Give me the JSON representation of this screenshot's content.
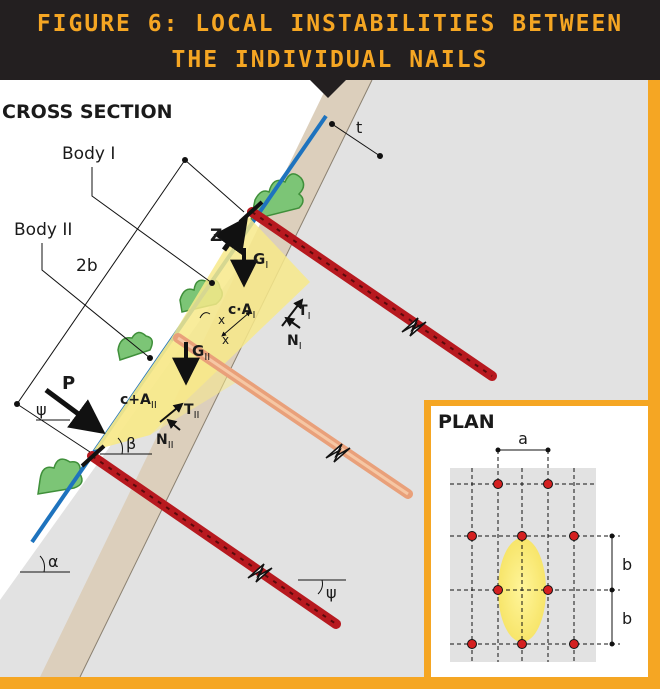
{
  "header": {
    "title_line1": "FIGURE 6: LOCAL INSTABILITIES BETWEEN",
    "title_line2": "THE INDIVIDUAL NAILS"
  },
  "cross_section": {
    "heading": "CROSS SECTION",
    "body1": "Body I",
    "body2": "Body II",
    "dim_2b": "2b",
    "dim_t": "t",
    "force_p": "P",
    "force_z": "Z",
    "g1": "G",
    "g1_sub": "I",
    "g2": "G",
    "g2_sub": "II",
    "cA1": "c·A",
    "cA1_sub": "I",
    "cA2": "c+A",
    "cA2_sub": "II",
    "t1": "T",
    "t1_sub": "I",
    "n1": "N",
    "n1_sub": "I",
    "t2": "T",
    "t2_sub": "II",
    "n2": "N",
    "n2_sub": "II",
    "x1": "x",
    "x2": "x",
    "beta": "β",
    "psi_left": "ψ",
    "psi_right": "ψ",
    "alpha": "α"
  },
  "plan": {
    "heading": "PLAN",
    "dim_a": "a",
    "dim_b1": "b",
    "dim_b2": "b"
  },
  "colors": {
    "header_bg": "#231f20",
    "title_text": "#f5a623",
    "frame": "#f5a623",
    "ground": "#e2e2e2",
    "facing": "#d9ccb8",
    "facing_line": "#1e73be",
    "nail": "#b7191f",
    "nail_ghost": "#e9a07a",
    "wedge": "#f7e98a",
    "vegetation": "#7cc576"
  }
}
